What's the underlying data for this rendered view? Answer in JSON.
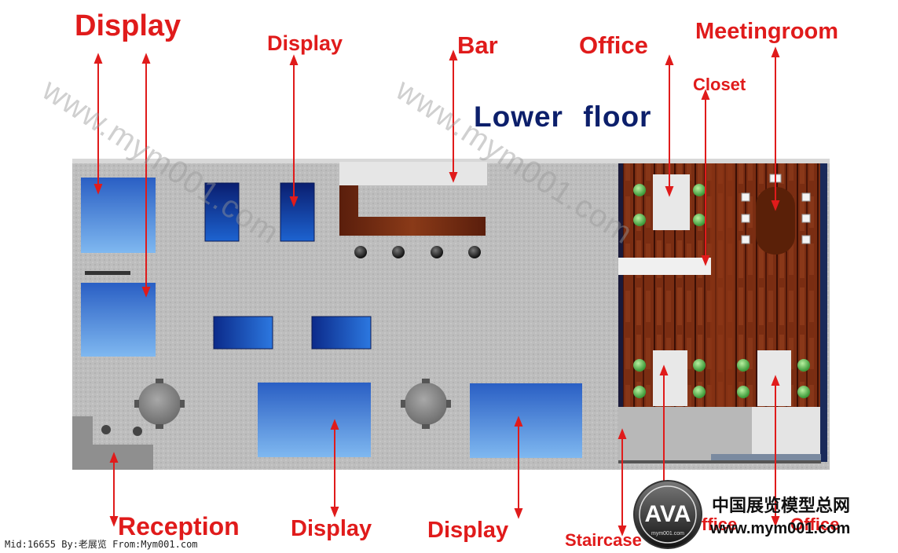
{
  "title": "Lower  floor",
  "labels": {
    "display_top_left": "Display",
    "display_top_mid": "Display",
    "bar": "Bar",
    "office_top": "Office",
    "meetingroom": "Meetingroom",
    "closet": "Closet",
    "reception": "Reception",
    "display_bottom_1": "Display",
    "display_bottom_2": "Display",
    "staircase": "Staircase",
    "office_bottom_1": "ffice",
    "office_bottom_2": "Office"
  },
  "watermark": "www.mym001.com",
  "footer": "Mid:16655 By:老展览 From:Mym001.com",
  "brand": {
    "logo_text": "AVA",
    "logo_sub": "mym001.com",
    "chinese": "中国展览模型总网",
    "url": "www.mym001.com"
  },
  "colors": {
    "label_red": "#e01b1b",
    "title_blue": "#0c1f6b",
    "floor_gray": "#bcbcbc",
    "wood": "#7a2d12",
    "display_blue": "#1a4fb0"
  }
}
